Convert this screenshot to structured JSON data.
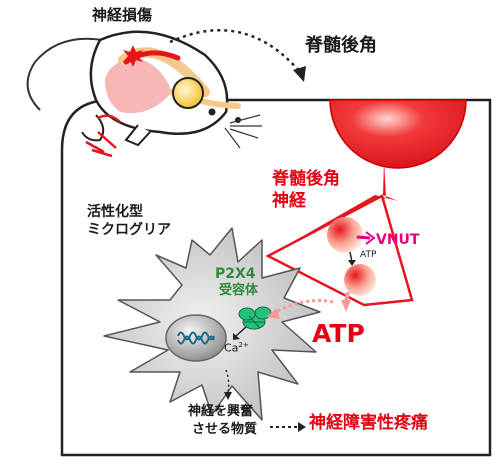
{
  "labels": {
    "nerve_injury": "神経損傷",
    "dorsal_horn": "脊髄後角",
    "dorsal_horn_neuron_line1": "脊髄後角",
    "dorsal_horn_neuron_line2": "神経",
    "vnut": "VNUT",
    "atp_small": "ATP",
    "microglia_line1": "活性化型",
    "microglia_line2": "ミクログリア",
    "p2x4_line1": "P2X4",
    "p2x4_line2": "受容体",
    "atp_large": "ATP",
    "calcium": "Ca",
    "calcium_sup": "2+",
    "excite_line1": "神経を興奮",
    "excite_line2": "させる物質",
    "neuropathic_pain": "神経障害性疼痛"
  },
  "colors": {
    "neuron_red": "#e8141c",
    "label_red": "#e60012",
    "vnut_magenta": "#e4007f",
    "p2x4_green": "#2e8b3a",
    "receptor_green": "#22c27a",
    "microglia_gray": "#cfcfcf",
    "text_black": "#1a1a1a"
  }
}
